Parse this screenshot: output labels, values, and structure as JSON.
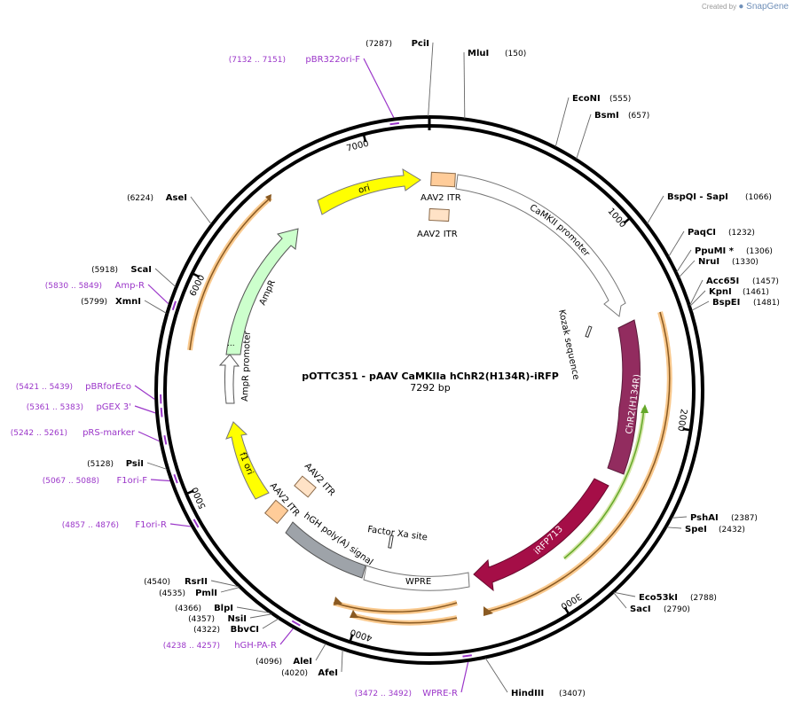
{
  "credit": {
    "prefix": "Created by",
    "brand": "SnapGene"
  },
  "plasmid": {
    "name": "pOTTC351 - pAAV CaMKIIa hChR2(H134R)-iRFP",
    "size": "7292 bp",
    "length": 7292
  },
  "ticks": [
    {
      "pos": 1000,
      "label": "1000"
    },
    {
      "pos": 2000,
      "label": "2000"
    },
    {
      "pos": 3000,
      "label": "3000"
    },
    {
      "pos": 4000,
      "label": "4000"
    },
    {
      "pos": 5000,
      "label": "5000"
    },
    {
      "pos": 6000,
      "label": "6000"
    },
    {
      "pos": 7000,
      "label": "7000"
    }
  ],
  "sites": [
    {
      "id": "pcii",
      "name": "PciI",
      "pos": "(7287)",
      "bp": 7287,
      "kind": "enzyme"
    },
    {
      "id": "mlui",
      "name": "MluI",
      "pos": "(150)",
      "bp": 150,
      "kind": "enzyme"
    },
    {
      "id": "econi",
      "name": "EcoNI",
      "pos": "(555)",
      "bp": 555,
      "kind": "enzyme"
    },
    {
      "id": "bsmi",
      "name": "BsmI",
      "pos": "(657)",
      "bp": 657,
      "kind": "enzyme"
    },
    {
      "id": "bspqi",
      "name": "BspQI - SapI",
      "pos": "(1066)",
      "bp": 1066,
      "kind": "enzyme"
    },
    {
      "id": "paqci",
      "name": "PaqCI",
      "pos": "(1232)",
      "bp": 1232,
      "kind": "enzyme"
    },
    {
      "id": "ppumi",
      "name": "PpuMI *",
      "pos": "(1306)",
      "bp": 1306,
      "kind": "enzyme"
    },
    {
      "id": "nrui",
      "name": "NruI",
      "pos": "(1330)",
      "bp": 1330,
      "kind": "enzyme"
    },
    {
      "id": "acc65i",
      "name": "Acc65I",
      "pos": "(1457)",
      "bp": 1457,
      "kind": "enzyme"
    },
    {
      "id": "kpni",
      "name": "KpnI",
      "pos": "(1461)",
      "bp": 1461,
      "kind": "enzyme"
    },
    {
      "id": "bspei",
      "name": "BspEI",
      "pos": "(1481)",
      "bp": 1481,
      "kind": "enzyme"
    },
    {
      "id": "pshai",
      "name": "PshAI",
      "pos": "(2387)",
      "bp": 2387,
      "kind": "enzyme"
    },
    {
      "id": "spei",
      "name": "SpeI",
      "pos": "(2432)",
      "bp": 2432,
      "kind": "enzyme"
    },
    {
      "id": "eco53ki",
      "name": "Eco53kI",
      "pos": "(2788)",
      "bp": 2788,
      "kind": "enzyme"
    },
    {
      "id": "saci",
      "name": "SacI",
      "pos": "(2790)",
      "bp": 2790,
      "kind": "enzyme"
    },
    {
      "id": "hindiii",
      "name": "HindIII",
      "pos": "(3407)",
      "bp": 3407,
      "kind": "enzyme"
    },
    {
      "id": "wpre-r",
      "name": "WPRE-R",
      "pos": "(3472 .. 3492)",
      "bp": 3482,
      "kind": "primer"
    },
    {
      "id": "afei",
      "name": "AfeI",
      "pos": "(4020)",
      "bp": 4020,
      "kind": "enzyme"
    },
    {
      "id": "alei",
      "name": "AleI",
      "pos": "(4096)",
      "bp": 4096,
      "kind": "enzyme"
    },
    {
      "id": "hgh-pa-r",
      "name": "hGH-PA-R",
      "pos": "(4238 .. 4257)",
      "bp": 4248,
      "kind": "primer"
    },
    {
      "id": "bbvci",
      "name": "BbvCI",
      "pos": "(4322)",
      "bp": 4322,
      "kind": "enzyme"
    },
    {
      "id": "nsii",
      "name": "NsiI",
      "pos": "(4357)",
      "bp": 4357,
      "kind": "enzyme"
    },
    {
      "id": "blpi",
      "name": "BlpI",
      "pos": "(4366)",
      "bp": 4366,
      "kind": "enzyme"
    },
    {
      "id": "pmli",
      "name": "PmlI",
      "pos": "(4535)",
      "bp": 4535,
      "kind": "enzyme"
    },
    {
      "id": "rsrii",
      "name": "RsrII",
      "pos": "(4540)",
      "bp": 4540,
      "kind": "enzyme"
    },
    {
      "id": "f1ori-r",
      "name": "F1ori-R",
      "pos": "(4857 .. 4876)",
      "bp": 4866,
      "kind": "primer"
    },
    {
      "id": "f1ori-f",
      "name": "F1ori-F",
      "pos": "(5067 .. 5088)",
      "bp": 5078,
      "kind": "primer"
    },
    {
      "id": "psii",
      "name": "PsiI",
      "pos": "(5128)",
      "bp": 5128,
      "kind": "enzyme"
    },
    {
      "id": "prs-marker",
      "name": "pRS-marker",
      "pos": "(5242 .. 5261)",
      "bp": 5252,
      "kind": "primer"
    },
    {
      "id": "pgex3",
      "name": "pGEX 3'",
      "pos": "(5361 .. 5383)",
      "bp": 5372,
      "kind": "primer"
    },
    {
      "id": "pbrforeco",
      "name": "pBRforEco",
      "pos": "(5421 .. 5439)",
      "bp": 5430,
      "kind": "primer"
    },
    {
      "id": "xmni",
      "name": "XmnI",
      "pos": "(5799)",
      "bp": 5799,
      "kind": "enzyme"
    },
    {
      "id": "amp-r",
      "name": "Amp-R",
      "pos": "(5830 .. 5849)",
      "bp": 5840,
      "kind": "primer"
    },
    {
      "id": "scai",
      "name": "ScaI",
      "pos": "(5918)",
      "bp": 5918,
      "kind": "enzyme"
    },
    {
      "id": "asei",
      "name": "AseI",
      "pos": "(6224)",
      "bp": 6224,
      "kind": "enzyme"
    },
    {
      "id": "pbr322ori-f",
      "name": "pBR322ori-F",
      "pos": "(7132 .. 7151)",
      "bp": 7141,
      "kind": "primer"
    }
  ],
  "features": [
    {
      "id": "aav2-itr-1",
      "label": "AAV2 ITR",
      "color": "#ffcc99"
    },
    {
      "id": "aav2-itr-2",
      "label": "AAV2 ITR",
      "color": "#ffe2c6"
    },
    {
      "id": "camkii",
      "label": "CaMKII promoter",
      "color": "#ffffff"
    },
    {
      "id": "kozak",
      "label": "Kozak sequence",
      "color": "#ffffff"
    },
    {
      "id": "chr2",
      "label": "ChR2(H134R)",
      "color": "#922c5f"
    },
    {
      "id": "irfp",
      "label": "iRFP713",
      "color": "#a50e47"
    },
    {
      "id": "factor-xa",
      "label": "Factor Xa site",
      "color": "#ffffff"
    },
    {
      "id": "wpre",
      "label": "WPRE",
      "color": "#ffffff"
    },
    {
      "id": "hgh",
      "label": "hGH poly(A) signal",
      "color": "#9ea3a9"
    },
    {
      "id": "aav2-itr-3",
      "label": "AAV2 ITR",
      "color": "#ffcc99"
    },
    {
      "id": "aav2-itr-4",
      "label": "AAV2 ITR",
      "color": "#ffe2c6"
    },
    {
      "id": "f1-ori",
      "label": "f1 ori",
      "color": "#ffff00"
    },
    {
      "id": "ampr-promoter",
      "label": "AmpR promoter",
      "color": "#ffffff"
    },
    {
      "id": "ampr",
      "label": "AmpR",
      "color": "#ccffcc"
    },
    {
      "id": "ori",
      "label": "ori",
      "color": "#ffff00"
    }
  ],
  "colors": {
    "backbone": "#000000",
    "primer": "#9b36c9",
    "orf_fill": "#f9c98e",
    "orf_line": "#8a5a22",
    "orf_green": "#64a82a"
  }
}
